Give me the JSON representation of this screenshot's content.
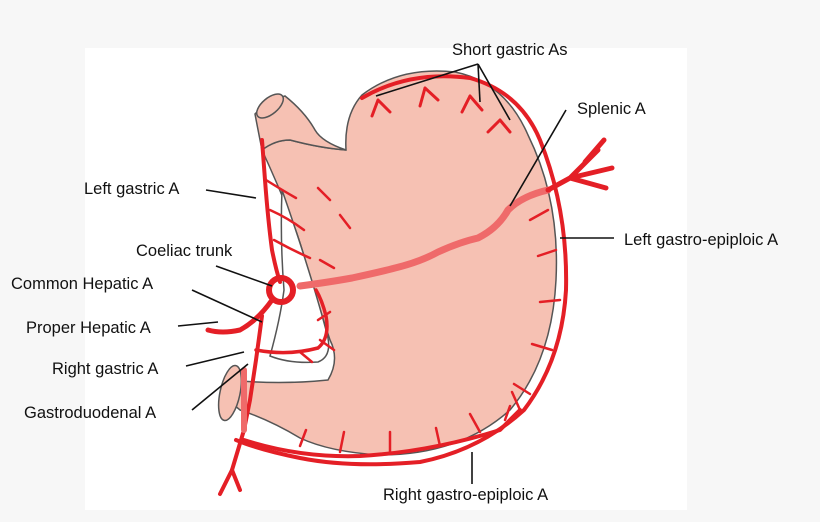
{
  "colors": {
    "artery": "#e41f26",
    "artery_light": "#ef6a6a",
    "stomach_fill": "#f6c1b3",
    "stomach_outline": "#555555",
    "leader_line": "#111111"
  },
  "labels": {
    "short_gastric": "Short gastric As",
    "splenic": "Splenic A",
    "left_gastric": "Left gastric A",
    "coeliac_trunk": "Coeliac trunk",
    "left_gastro_epiploic": "Left gastro-epiploic A",
    "common_hepatic": "Common Hepatic A",
    "proper_hepatic": "Proper Hepatic A",
    "right_gastric": "Right gastric A",
    "gastroduodenal": "Gastroduodenal A",
    "right_gastro_epiploic": "Right gastro-epiploic A"
  }
}
